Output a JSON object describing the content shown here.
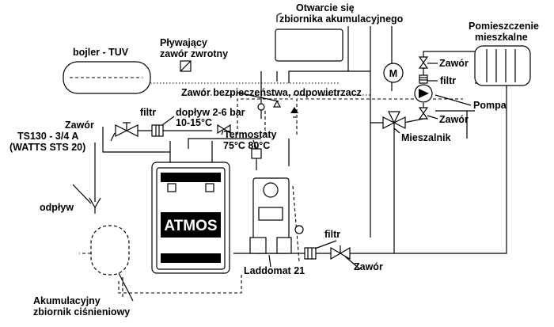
{
  "labels": {
    "expansion_open_1": "Otwarcie się",
    "expansion_open_2": "zbiornika akumulacyjnego",
    "room_1": "Pomieszczenie",
    "room_2": "mieszkalne",
    "boiler_tuv": "bojler - TUV",
    "check_valve_1": "Pływający",
    "check_valve_2": "zawór zwrotny",
    "safety_valve": "Zawór bezpieczeństwa, odpowietrzacz",
    "valve_top_right": "Zawór",
    "filter_top_right": "filtr",
    "pump": "Pompa",
    "valve_mid_right": "Zawór",
    "mixer": "Mieszalnik",
    "filter_top_left": "filtr",
    "inflow_1": "dopływ 2-6 bar",
    "inflow_2": "10-15°C",
    "valve_left_1": "Zawór",
    "valve_left_2": "TS130 - 3/4 A",
    "valve_left_3": "(WATTS STS 20)",
    "thermostats_1": "Termostaty",
    "thermostats_2": "75°C  80°C",
    "drain": "odpływ",
    "brand": "ATMOS",
    "laddomat": "Laddomat 21",
    "filter_bottom": "filtr",
    "valve_bottom": "Zawór",
    "accumulator_1": "Akumulacyjny",
    "accumulator_2": "zbiornik ciśnieniowy",
    "motor_symbol": "M"
  }
}
